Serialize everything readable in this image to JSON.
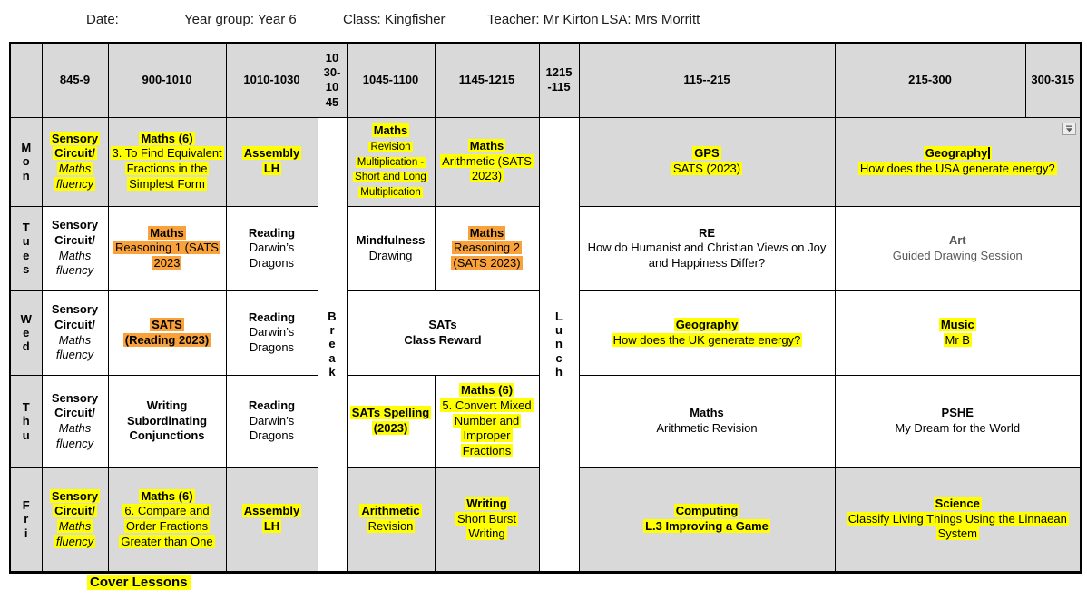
{
  "header_bar": {
    "date": "Date:",
    "year_group": "Year group: Year 6",
    "class": "Class: Kingfisher",
    "teacher": "Teacher: Mr Kirton",
    "lsa": "LSA: Mrs Morritt"
  },
  "colors": {
    "highlight_yellow": "#ffff00",
    "highlight_orange": "#f9a23b",
    "cell_shade": "#d9d9d9",
    "muted_text": "#595959"
  },
  "icons": {
    "geography_cell_control": "dropdown-arrow-icon"
  },
  "table": {
    "time_columns": [
      "845-9",
      "900-1010",
      "1010-1030",
      "10 30-10 45",
      "1045-1100",
      "1145-1215",
      "1215 -115",
      "115--215",
      "215-300",
      "300-315"
    ],
    "break_label": "Break",
    "lunch_label": "Lunch",
    "days": [
      {
        "label": "Mon",
        "shaded": true,
        "cells": [
          {
            "lines": [
              {
                "t": "Sensory Circuit/",
                "b": true,
                "hl": "y"
              },
              {
                "t": "Maths fluency",
                "i": true,
                "hl": "y"
              }
            ]
          },
          {
            "lines": [
              {
                "t": "Maths (6)",
                "b": true,
                "hl": "y"
              },
              {
                "t": "3. To Find Equivalent Fractions in the Simplest Form",
                "hl": "y"
              }
            ]
          },
          {
            "lines": [
              {
                "t": "Assembly",
                "b": true,
                "hl": "y"
              },
              {
                "t": "LH",
                "b": true,
                "hl": "y"
              }
            ]
          },
          {
            "lines": [
              {
                "t": "Maths",
                "b": true,
                "hl": "y"
              },
              {
                "t": "Revision Multiplication - Short and Long Multiplication",
                "hl": "y",
                "small": true
              }
            ]
          },
          {
            "lines": [
              {
                "t": "Maths",
                "b": true,
                "hl": "y"
              },
              {
                "t": "Arithmetic (SATS 2023)",
                "hl": "y"
              }
            ]
          },
          {
            "lines": [
              {
                "t": "GPS",
                "b": true,
                "hl": "y"
              },
              {
                "t": "SATS (2023)",
                "hl": "y"
              }
            ]
          },
          {
            "colspan": 2,
            "dropdown": true,
            "lines": [
              {
                "t": "Geography",
                "b": true,
                "hl": "y",
                "cursor": true
              },
              {
                "t": "How does the USA generate energy?",
                "hl": "y"
              }
            ]
          }
        ]
      },
      {
        "label": "Tues",
        "shaded": false,
        "cells": [
          {
            "lines": [
              {
                "t": "Sensory Circuit/",
                "b": true
              },
              {
                "t": "Maths fluency",
                "i": true
              }
            ]
          },
          {
            "lines": [
              {
                "t": "Maths",
                "b": true,
                "hl": "o"
              },
              {
                "t": "Reasoning 1 (SATS 2023",
                "hl": "o"
              }
            ]
          },
          {
            "lines": [
              {
                "t": "Reading",
                "b": true
              },
              {
                "t": "Darwin’s Dragons"
              }
            ]
          },
          {
            "lines": [
              {
                "t": "Mindfulness",
                "b": true
              },
              {
                "t": "Drawing"
              }
            ]
          },
          {
            "lines": [
              {
                "t": "Maths",
                "b": true,
                "hl": "o"
              },
              {
                "t": "Reasoning 2 (SATS 2023)",
                "hl": "o"
              }
            ]
          },
          {
            "lines": [
              {
                "t": "RE",
                "b": true
              },
              {
                "t": "How do Humanist and Christian Views on Joy and Happiness Differ?"
              }
            ]
          },
          {
            "colspan": 2,
            "muted": true,
            "lines": [
              {
                "t": "Art",
                "b": true
              },
              {
                "t": "Guided Drawing Session"
              }
            ]
          }
        ]
      },
      {
        "label": "Wed",
        "shaded": false,
        "cells": [
          {
            "lines": [
              {
                "t": "Sensory Circuit/",
                "b": true
              },
              {
                "t": "Maths fluency",
                "i": true
              }
            ]
          },
          {
            "lines": [
              {
                "t": "SATS",
                "b": true,
                "hl": "o"
              },
              {
                "t": "(Reading 2023)",
                "b": true,
                "hl": "o"
              }
            ]
          },
          {
            "lines": [
              {
                "t": "Reading",
                "b": true
              },
              {
                "t": "Darwin’s Dragons"
              }
            ]
          },
          {
            "colspan": 2,
            "lines": [
              {
                "t": "SATs",
                "b": true
              },
              {
                "t": "Class Reward",
                "b": true
              }
            ]
          },
          {
            "lines": [
              {
                "t": "Geography",
                "b": true,
                "hl": "y"
              },
              {
                "t": "How does the UK generate energy?",
                "hl": "y"
              }
            ]
          },
          {
            "colspan": 2,
            "lines": [
              {
                "t": "Music",
                "b": true,
                "hl": "y"
              },
              {
                "t": "Mr B",
                "hl": "y"
              }
            ]
          }
        ]
      },
      {
        "label": "Thu",
        "shaded": false,
        "cells": [
          {
            "lines": [
              {
                "t": "Sensory Circuit/",
                "b": true
              },
              {
                "t": "Maths fluency",
                "i": true
              }
            ]
          },
          {
            "lines": [
              {
                "t": "Writing",
                "b": true
              },
              {
                "t": "Subordinating Conjunctions",
                "b": true
              }
            ]
          },
          {
            "lines": [
              {
                "t": "Reading",
                "b": true
              },
              {
                "t": "Darwin’s Dragons"
              }
            ]
          },
          {
            "lines": [
              {
                "t": "SATs Spelling (2023)",
                "b": true,
                "hl": "y"
              }
            ]
          },
          {
            "lines": [
              {
                "t": "Maths (6)",
                "b": true,
                "hl": "y"
              },
              {
                "t": "5. Convert Mixed Number and Improper Fractions",
                "hl": "y"
              }
            ]
          },
          {
            "lines": [
              {
                "t": "Maths",
                "b": true
              },
              {
                "t": "Arithmetic Revision"
              }
            ]
          },
          {
            "colspan": 2,
            "lines": [
              {
                "t": "PSHE",
                "b": true
              },
              {
                "t": "My Dream for the World"
              }
            ]
          }
        ]
      },
      {
        "label": "Fri",
        "shaded": true,
        "cells": [
          {
            "lines": [
              {
                "t": "Sensory Circuit/",
                "b": true,
                "hl": "y"
              },
              {
                "t": "Maths fluency",
                "i": true,
                "hl": "y"
              }
            ]
          },
          {
            "lines": [
              {
                "t": "Maths (6)",
                "b": true,
                "hl": "y"
              },
              {
                "t": "6. Compare and Order Fractions Greater than One",
                "hl": "y"
              }
            ]
          },
          {
            "lines": [
              {
                "t": "Assembly",
                "b": true,
                "hl": "y"
              },
              {
                "t": "LH",
                "b": true,
                "hl": "y"
              }
            ]
          },
          {
            "lines": [
              {
                "t": "Arithmetic",
                "b": true,
                "hl": "y"
              },
              {
                "t": "Revision",
                "hl": "y"
              }
            ]
          },
          {
            "lines": [
              {
                "t": "Writing",
                "b": true,
                "hl": "y"
              },
              {
                "t": "Short Burst Writing",
                "hl": "y"
              }
            ]
          },
          {
            "lines": [
              {
                "t": "Computing",
                "b": true,
                "hl": "y"
              },
              {
                "t": "L.3 Improving a Game",
                "b": true,
                "hl": "y"
              }
            ]
          },
          {
            "colspan": 2,
            "lines": [
              {
                "t": "Science",
                "b": true,
                "hl": "y"
              },
              {
                "t": "Classify Living Things Using the Linnaean System",
                "hl": "y"
              }
            ]
          }
        ]
      }
    ]
  },
  "footer": {
    "cover_lessons": "Cover Lessons"
  }
}
